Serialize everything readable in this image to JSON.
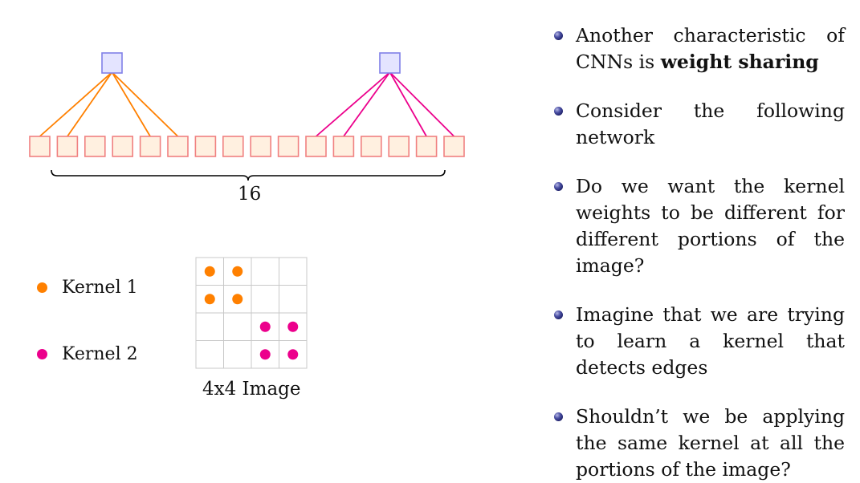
{
  "network": {
    "input_count": 16,
    "brace_label": "16",
    "kernel1_connects": [
      1,
      2,
      5,
      6
    ],
    "kernel2_connects": [
      11,
      12,
      15,
      16
    ]
  },
  "legend": [
    {
      "label": "Kernel 1",
      "color": "#ff8000"
    },
    {
      "label": "Kernel 2",
      "color": "#ec008c"
    }
  ],
  "image_grid": {
    "caption": "4x4 Image",
    "rows": 4,
    "cols": 4,
    "kernel1_cells": [
      [
        0,
        0
      ],
      [
        0,
        1
      ],
      [
        1,
        0
      ],
      [
        1,
        1
      ]
    ],
    "kernel2_cells": [
      [
        2,
        2
      ],
      [
        2,
        3
      ],
      [
        3,
        2
      ],
      [
        3,
        3
      ]
    ]
  },
  "colors": {
    "input_fill": "#fff0e0",
    "input_stroke": "#f08080",
    "output_fill": "#e4e4ff",
    "output_stroke": "#8080e8",
    "kernel1": "#ff8000",
    "kernel2": "#ec008c"
  },
  "bullets": [
    {
      "parts": [
        {
          "text": "Another characteristic of CNNs is "
        },
        {
          "text": "weight sharing",
          "bold": true
        }
      ]
    },
    {
      "parts": [
        {
          "text": "Consider the following network"
        }
      ]
    },
    {
      "parts": [
        {
          "text": "Do we want the kernel weights to be different for different portions of the image?"
        }
      ]
    },
    {
      "parts": [
        {
          "text": "Imagine that we are trying to learn a kernel that detects edges"
        }
      ]
    },
    {
      "parts": [
        {
          "text": "Shouldn’t we be applying the same kernel at all the portions of the image?"
        }
      ]
    }
  ]
}
